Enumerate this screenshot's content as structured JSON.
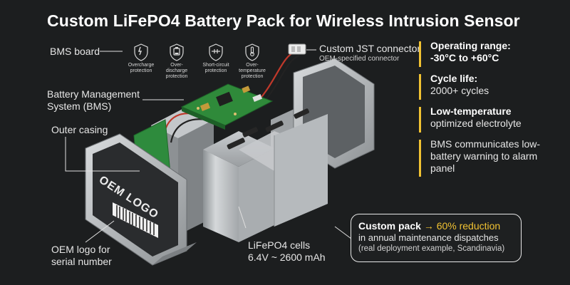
{
  "title": "Custom LiFePO4 Battery Pack for Wireless Intrusion Sensor",
  "labels": {
    "bms_board": "BMS board",
    "bms_system_1": "Battery Management",
    "bms_system_2": "System (BMS)",
    "outer_casing": "Outer casing",
    "oem_logo_label_1": "OEM logo for",
    "oem_logo_label_2": "serial number",
    "cells_1": "LiFePO4 cells",
    "cells_2": "6.4V ~ 2600 mAh",
    "jst_1": "Custom JST connector",
    "jst_2": "OEM-specified connector",
    "case_logo": "OEM LOGO"
  },
  "protections": [
    {
      "icon": "overcharge-icon",
      "line1": "Overcharge",
      "line2": "protection"
    },
    {
      "icon": "over-discharge-icon",
      "line1": "Over-discharge",
      "line2": "protection"
    },
    {
      "icon": "short-circuit-icon",
      "line1": "Short-circuit",
      "line2": "protection"
    },
    {
      "icon": "over-temperature-icon",
      "line1": "Over-temperature",
      "line2": "protection"
    }
  ],
  "specs": [
    {
      "heading": "Operating range:",
      "text": "-30°C to +60°C"
    },
    {
      "heading": "Cycle life:",
      "text": "2000+ cycles"
    },
    {
      "heading": "Low-temperature",
      "text": "optimized electrolyte"
    },
    {
      "heading": "",
      "text": "BMS communicates low-battery warning to alarm panel"
    }
  ],
  "callout": {
    "bold": "Custom pack",
    "arrow": "→",
    "highlight": "60% reduction",
    "line2": "in annual maintenance dispatches",
    "line3": "(real deployment example, Scandinavia)"
  },
  "colors": {
    "accent": "#f1c232",
    "pcb": "#2f8a3a",
    "cell": "#b9bdc0"
  }
}
